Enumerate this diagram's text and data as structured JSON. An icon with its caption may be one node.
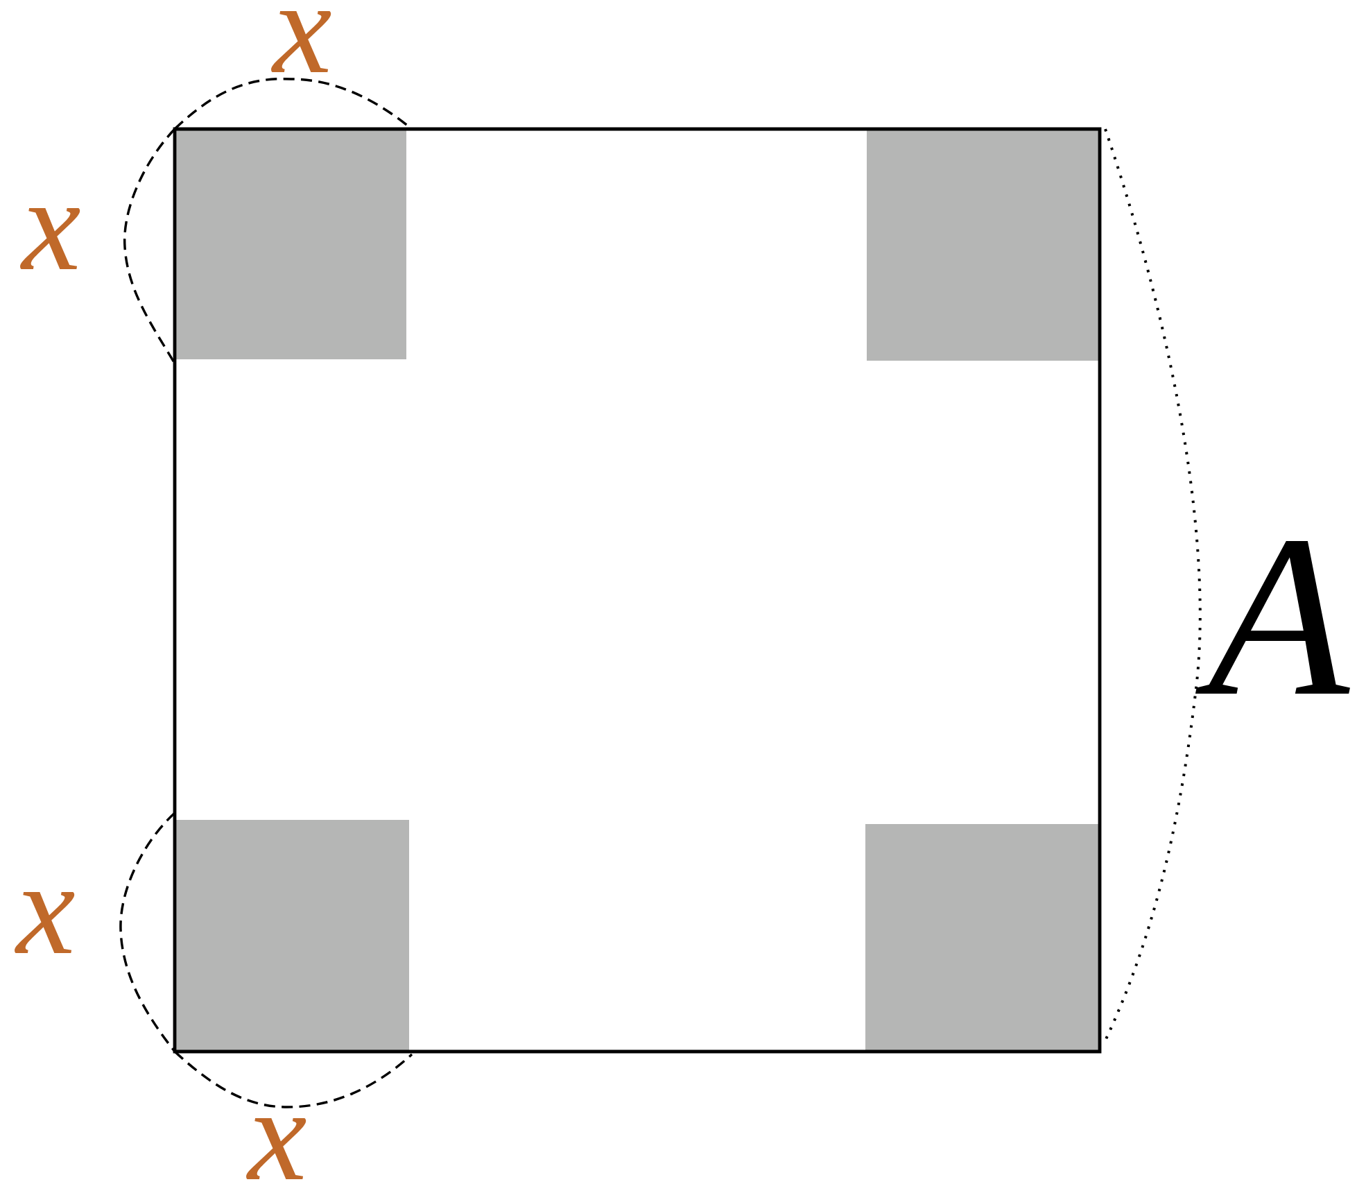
{
  "diagram": {
    "labels": [
      "x",
      "x",
      "x",
      "x",
      "A"
    ]
  }
}
